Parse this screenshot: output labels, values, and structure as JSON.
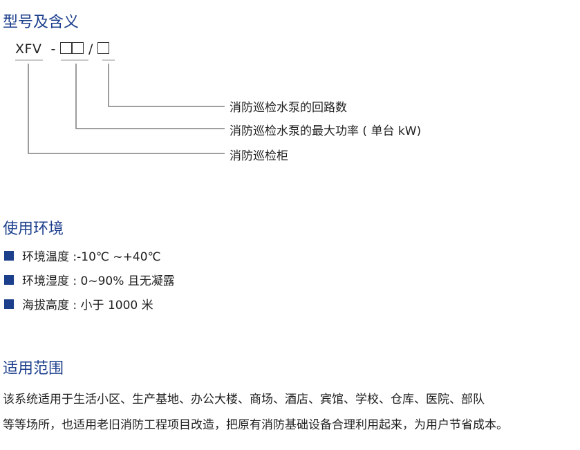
{
  "section_model": {
    "title": "型号及含义",
    "code_prefix": "XFV",
    "code_dash": "-",
    "code_slash": "/",
    "descriptions": [
      "消防巡检水泵的回路数",
      "消防巡检水泵的最大功率 ( 单台 kW)",
      "消防巡检柜"
    ],
    "line_color": "#666666"
  },
  "section_env": {
    "title": "使用环境",
    "items": [
      "环境温度 :-10℃ ~+40℃",
      "环境湿度 : 0~90% 且无凝露",
      "海拔高度 : 小于 1000 米"
    ]
  },
  "section_scope": {
    "title": "适用范围",
    "lines": [
      "该系统适用于生活小区、生产基地、办公大楼、商场、酒店、宾馆、学校、仓库、医院、部队",
      "等等场所，也适用老旧消防工程项目改造，把原有消防基础设备合理利用起来，为用户节省成本。"
    ]
  },
  "colors": {
    "heading": "#1c3f8c",
    "bullet": "#1c3f8c",
    "text": "#1f1f1f"
  }
}
